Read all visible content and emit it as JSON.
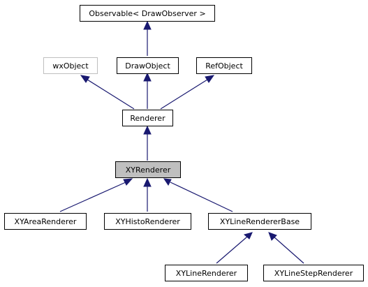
{
  "diagram": {
    "type": "inheritance-graph",
    "nodes": {
      "observable": "Observable< DrawObserver >",
      "wx_object": "wxObject",
      "draw_object": "DrawObject",
      "ref_object": "RefObject",
      "renderer": "Renderer",
      "xy_renderer": "XYRenderer",
      "xy_area_renderer": "XYAreaRenderer",
      "xy_histo_renderer": "XYHistoRenderer",
      "xy_line_renderer_base": "XYLineRendererBase",
      "xy_line_renderer": "XYLineRenderer",
      "xy_line_step_renderer": "XYLineStepRenderer"
    },
    "edges": [
      {
        "from": "draw_object",
        "to": "observable"
      },
      {
        "from": "renderer",
        "to": "wx_object"
      },
      {
        "from": "renderer",
        "to": "draw_object"
      },
      {
        "from": "renderer",
        "to": "ref_object"
      },
      {
        "from": "xy_renderer",
        "to": "renderer"
      },
      {
        "from": "xy_area_renderer",
        "to": "xy_renderer"
      },
      {
        "from": "xy_histo_renderer",
        "to": "xy_renderer"
      },
      {
        "from": "xy_line_renderer_base",
        "to": "xy_renderer"
      },
      {
        "from": "xy_line_renderer",
        "to": "xy_line_renderer_base"
      },
      {
        "from": "xy_line_step_renderer",
        "to": "xy_line_renderer_base"
      }
    ],
    "colors": {
      "edge": "#191970",
      "node_border": "#000000",
      "external_border": "#bfbfbf",
      "current_fill": "#bfbfbf"
    }
  }
}
